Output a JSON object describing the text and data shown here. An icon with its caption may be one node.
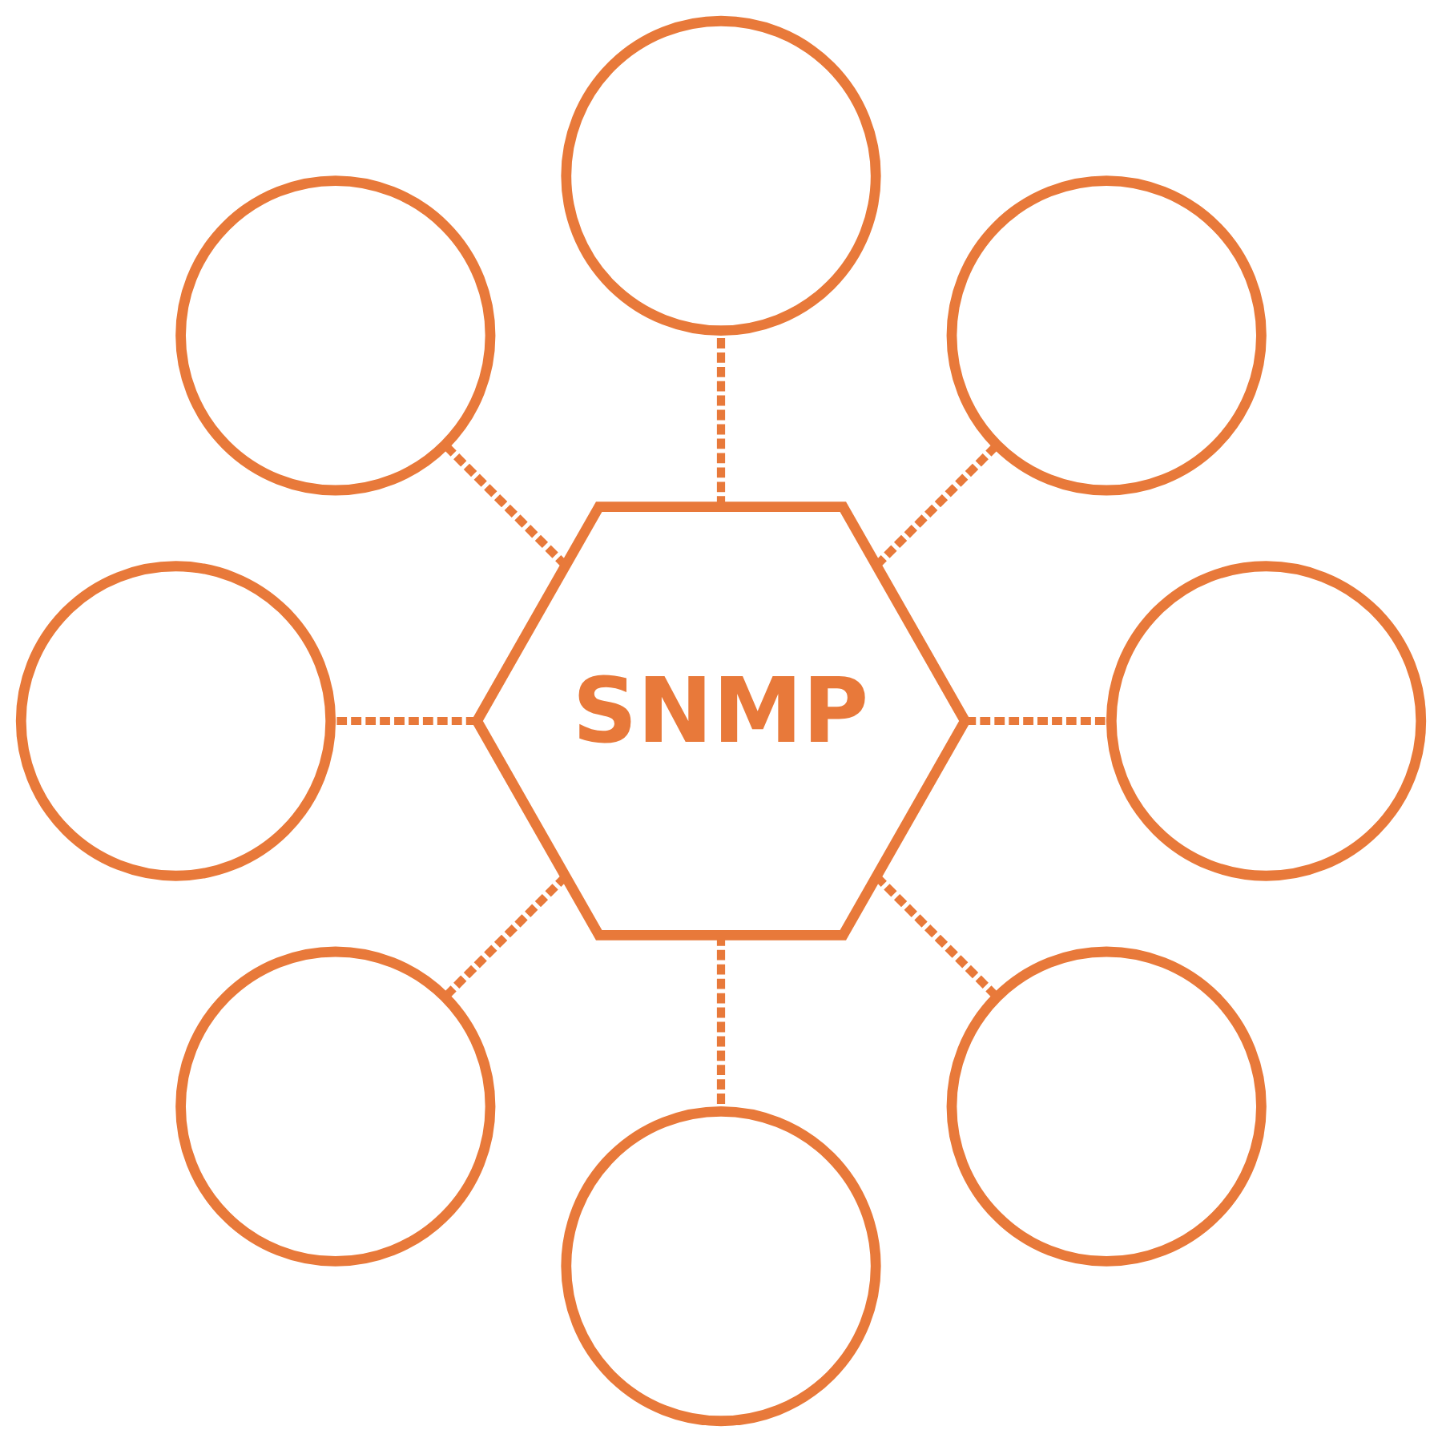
{
  "diagram": {
    "nodes": [
      {
        "text": [],
        "shape": "circle"
      },
      {
        "text": [],
        "shape": "circle"
      },
      {
        "text": [],
        "shape": "circle"
      },
      {
        "text": [
          "SNMP"
        ]
      },
      {
        "text": [],
        "shape": "circle"
      },
      {
        "text": [],
        "shape": "circle"
      },
      {
        "text": [],
        "shape": "circle"
      },
      {
        "text": [],
        "shape": "circle"
      },
      {
        "text": [],
        "shape": "circle"
      }
    ],
    "edges": [
      {
        "from": 3,
        "to": 0,
        "arrow": "none",
        "style": "dashed"
      },
      {
        "from": 3,
        "to": 2,
        "arrow": "none",
        "style": "dashed"
      },
      {
        "from": 3,
        "to": 5,
        "arrow": "none",
        "style": "dashed"
      },
      {
        "from": 3,
        "to": 7,
        "arrow": "none",
        "style": "dashed"
      },
      {
        "from": 3,
        "to": 8,
        "arrow": "none",
        "style": "dashed"
      },
      {
        "from": 3,
        "to": 6,
        "arrow": "none",
        "style": "dashed"
      },
      {
        "from": 3,
        "to": 4,
        "arrow": "none",
        "style": "dashed"
      },
      {
        "from": 3,
        "to": 1,
        "arrow": "none",
        "style": "dashed"
      }
    ]
  }
}
